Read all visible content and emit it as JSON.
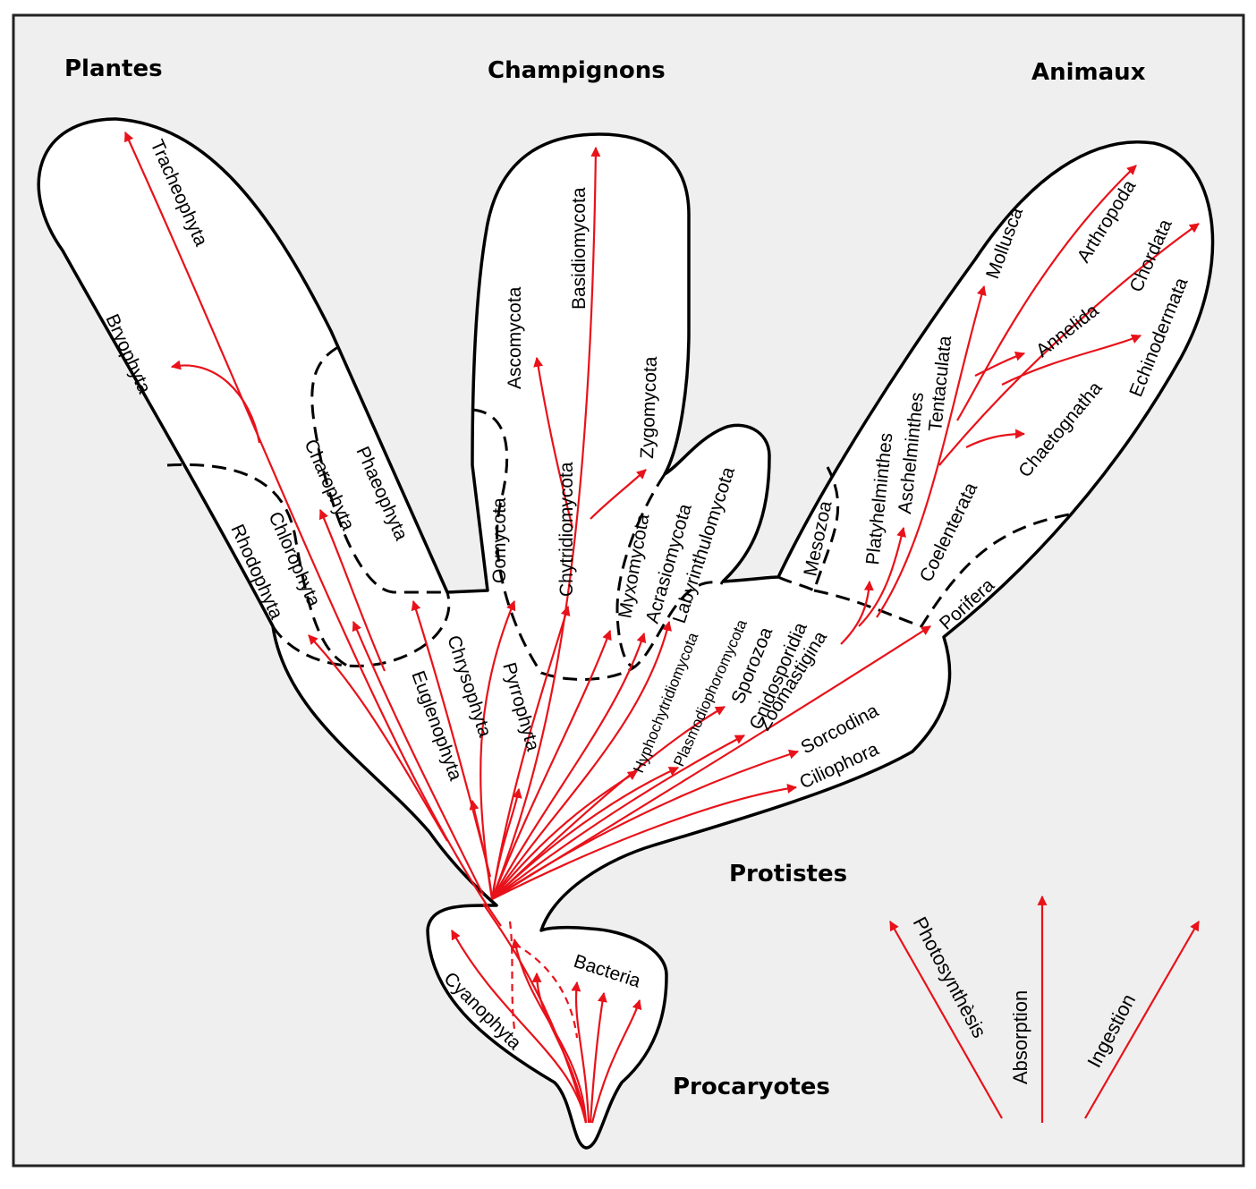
{
  "kingdoms": {
    "plantes": "Plantes",
    "champignons": "Champignons",
    "animaux": "Animaux",
    "protistes": "Protistes",
    "procaryotes": "Procaryotes"
  },
  "taxa": {
    "tracheophyta": "Tracheophyta",
    "bryophyta": "Bryophyta",
    "phaeophyta": "Phaeophyta",
    "charophyta": "Charophyta",
    "chlorophyta": "Chlorophyta",
    "rhodophyta": "Rhodophyta",
    "euglenophyta": "Euglenophyta",
    "chrysophyta": "Chrysophyta",
    "pyrrophyta": "Pyrrophyta",
    "ascomycota": "Ascomycota",
    "basidiomycota": "Basidiomycota",
    "zygomycota": "Zygomycota",
    "oomycota": "Oomycota",
    "chytridiomycota": "Chytridiomycota",
    "myxomycota": "Myxomycota",
    "acrasiomycota": "Acrasiomycota",
    "labyrinthulomycota": "Labyrinthulomycota",
    "hyphochytridiomycota": "Hyphochytridiomycota",
    "plasmodiophoromycota": "Plasmodiophoromycota",
    "sporozoa": "Sporozoa",
    "cnidosporidia": "Cnidosporidia",
    "zoomastigina": "Zoomastigina",
    "sorcodina": "Sorcodina",
    "ciliophora": "Ciliophora",
    "mesozoa": "Mesozoa",
    "platyhelminthes": "Platyhelminthes",
    "aschelminthes": "Aschelminthes",
    "tentaculata": "Tentaculata",
    "coelenterata": "Coelenterata",
    "porifera": "Porifera",
    "mollusca": "Mollusca",
    "arthropoda": "Arthropoda",
    "annelida": "Annelida",
    "chordata": "Chordata",
    "chaetognatha": "Chaetognatha",
    "echinodermata": "Echinodermata",
    "cyanophyta": "Cyanophyta",
    "bacteria": "Bacteria"
  },
  "legend": {
    "photosynthesis": "Photosynthèsis",
    "absorption": "Absorption",
    "ingestion": "Ingestion"
  },
  "colors": {
    "arrow": "#e8121a",
    "outline": "#000000",
    "background": "#efefef",
    "fill": "#ffffff"
  }
}
